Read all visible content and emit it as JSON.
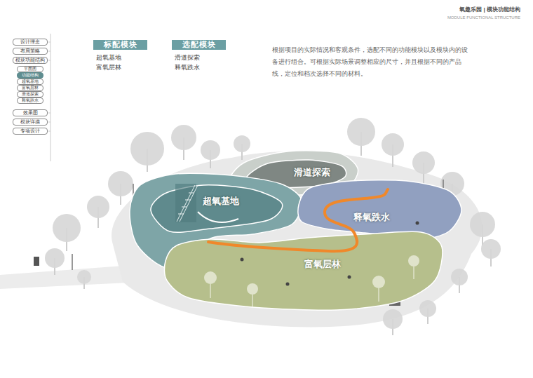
{
  "diagram": {
    "title": "氧趣乐园 | 模块功能结构",
    "nodes": [
      {
        "text": [
          "设计理念"
        ]
      },
      {
        "text": [
          "布局策略"
        ]
      },
      {
        "text": [
          "模块功能结构"
        ]
      },
      {
        "text": [
          "平面图"
        ]
      },
      {
        "text": [
          "功能结构"
        ]
      },
      {
        "text": [
          "超氧基地"
        ]
      },
      {
        "text": [
          "富氧层林"
        ]
      },
      {
        "text": [
          "滑道探索"
        ]
      },
      {
        "text": [
          "释氧跌水"
        ]
      },
      {
        "text": [
          "效果图"
        ]
      },
      {
        "text": [
          "模块详描"
        ]
      },
      {
        "text": [
          "专项设计"
        ]
      },
      {
        "text": [
          "标配模块"
        ]
      },
      {
        "text": [
          "选配模块"
        ]
      },
      {
        "text": [
          "滑道探索"
        ]
      },
      {
        "text": [
          "超氧基地"
        ]
      },
      {
        "text": [
          "释氧跌水"
        ]
      },
      {
        "text": [
          "富氧层林"
        ]
      }
    ],
    "labels": [
      "MODULE FUNCTIONAL STRUCTURE",
      "超氧基地",
      "富氧层林",
      "滑道探索",
      "释氧跌水",
      "根据项目的实际情况和客观条件，选配不同的功能模块以及模块内的设备进行组合。可根据实际场景调整相应的尺寸，并且根据不同的产品线，定位和档次选择不同的材料。"
    ]
  }
}
